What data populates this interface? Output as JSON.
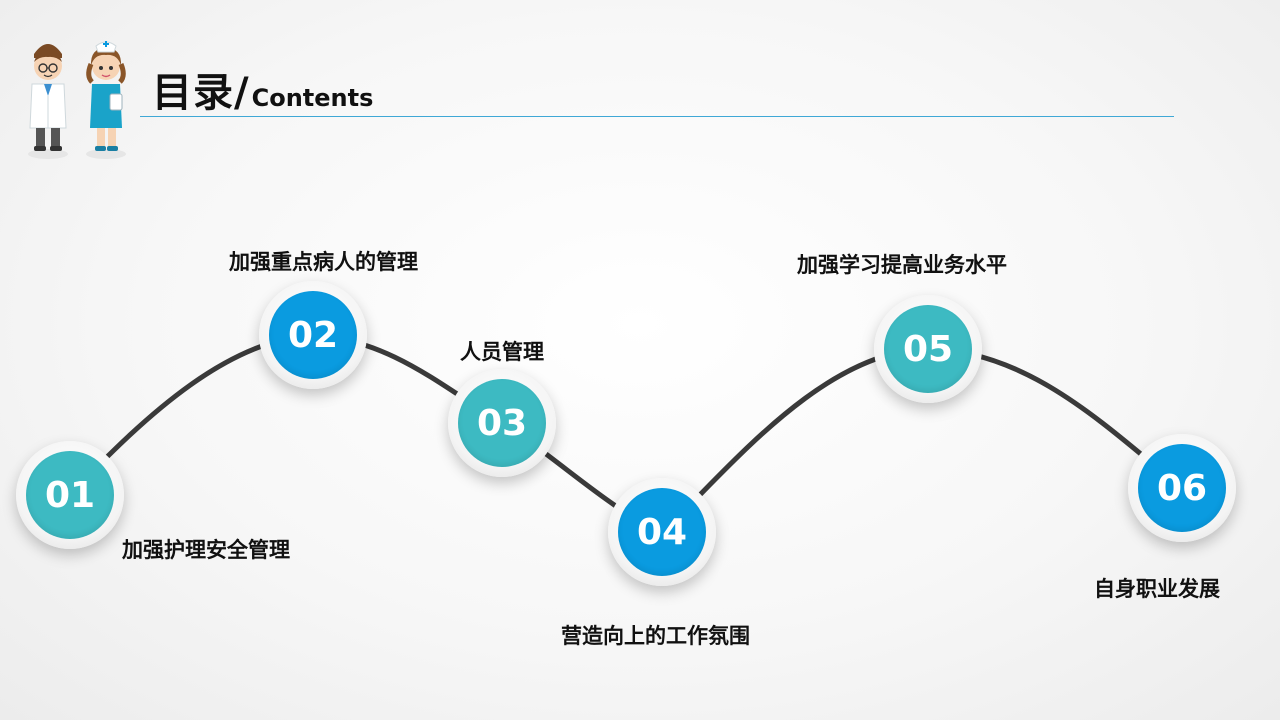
{
  "header": {
    "title_zh": "目录/",
    "title_en": "Contents"
  },
  "colors": {
    "teal": "#3dbac2",
    "blue": "#0a9be0",
    "rule": "#3fa8d6"
  },
  "mascots": {
    "icon": "doctor-nurse-mascots"
  },
  "items": [
    {
      "number": "01",
      "label": "加强护理安全管理"
    },
    {
      "number": "02",
      "label": "加强重点病人的管理"
    },
    {
      "number": "03",
      "label": "人员管理"
    },
    {
      "number": "04",
      "label": "营造向上的工作氛围"
    },
    {
      "number": "05",
      "label": "加强学习提高业务水平"
    },
    {
      "number": "06",
      "label": "自身职业发展"
    }
  ]
}
